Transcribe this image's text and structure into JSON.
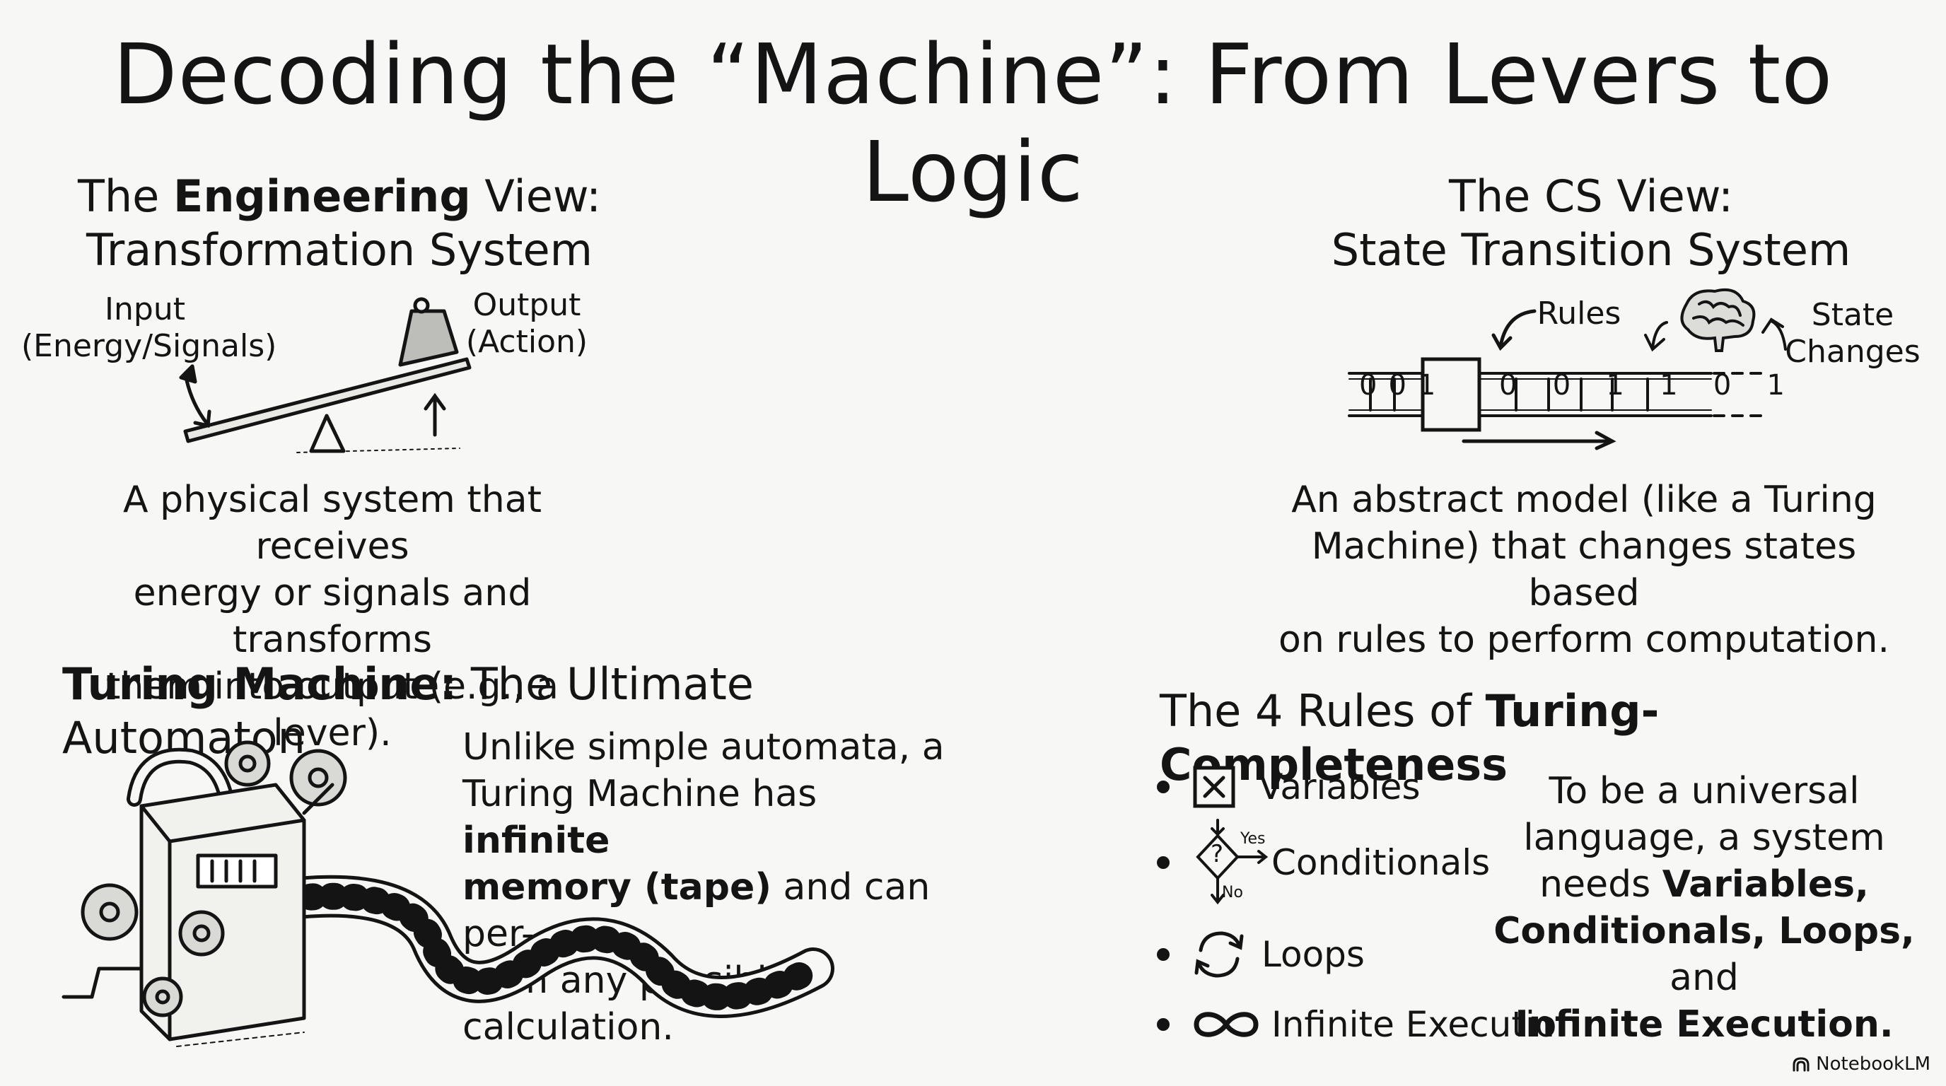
{
  "title": "Decoding the “Machine”: From Levers to Logic",
  "engineering": {
    "heading_prefix": "The ",
    "heading_bold": "Engineering",
    "heading_suffix": " View:",
    "heading_line2": "Transformation System",
    "input_line1": "Input",
    "input_line2": "(Energy/Signals)",
    "output_line1": "Output",
    "output_line2": "(Action)",
    "description": [
      "A physical system that receives",
      "energy or signals and transforms",
      "them into output (e.g., a lever)."
    ]
  },
  "cs": {
    "heading_line1": "The CS View:",
    "heading_line2": "State Transition System",
    "rules_label": "Rules",
    "state_line1": "State",
    "state_line2": "Changes",
    "tape_left": [
      "0",
      "0",
      "1"
    ],
    "tape_right": [
      "0",
      "0",
      "1",
      "1",
      "0",
      "1"
    ],
    "description": [
      "An abstract model (like a Turing",
      "Machine) that changes states based",
      "on rules to perform computation."
    ]
  },
  "turing": {
    "heading_bold": "Turing Machine:",
    "heading_rest": " The Ultimate Automaton",
    "line1": "Unlike simple automata, a",
    "line2_prefix": "Turing Machine has ",
    "line2_bold": "infinite",
    "line3_bold": "memory (tape)",
    "line3_rest": " and can per-",
    "line4": "form any possible calculation."
  },
  "rules": {
    "heading_prefix": "The 4 Rules of ",
    "heading_bold": "Turing-Completeness",
    "items": [
      "Variables",
      "Conditionals",
      "Loops",
      "Infinite Execution"
    ],
    "yes_label": "Yes",
    "no_label": "No",
    "q_label": "?",
    "summary_line1": "To be a universal",
    "summary_line2": "language, a system",
    "summary_line3_prefix": "needs ",
    "summary_line3_bold": "Variables,",
    "summary_line4_bold1": "Conditionals, Loops,",
    "summary_line4_rest": " and",
    "summary_line5_bold": "Infinite Execution."
  },
  "logo": "NotebookLM",
  "icons": [
    "lever-icon",
    "weight-icon",
    "tape-icon",
    "brain-icon",
    "machine-icon",
    "variable-box-icon",
    "decision-diamond-icon",
    "loop-icon",
    "infinity-icon",
    "notebooklm-logo-icon"
  ],
  "colors": {
    "ink": "#141414",
    "paper": "#f7f7f5"
  }
}
